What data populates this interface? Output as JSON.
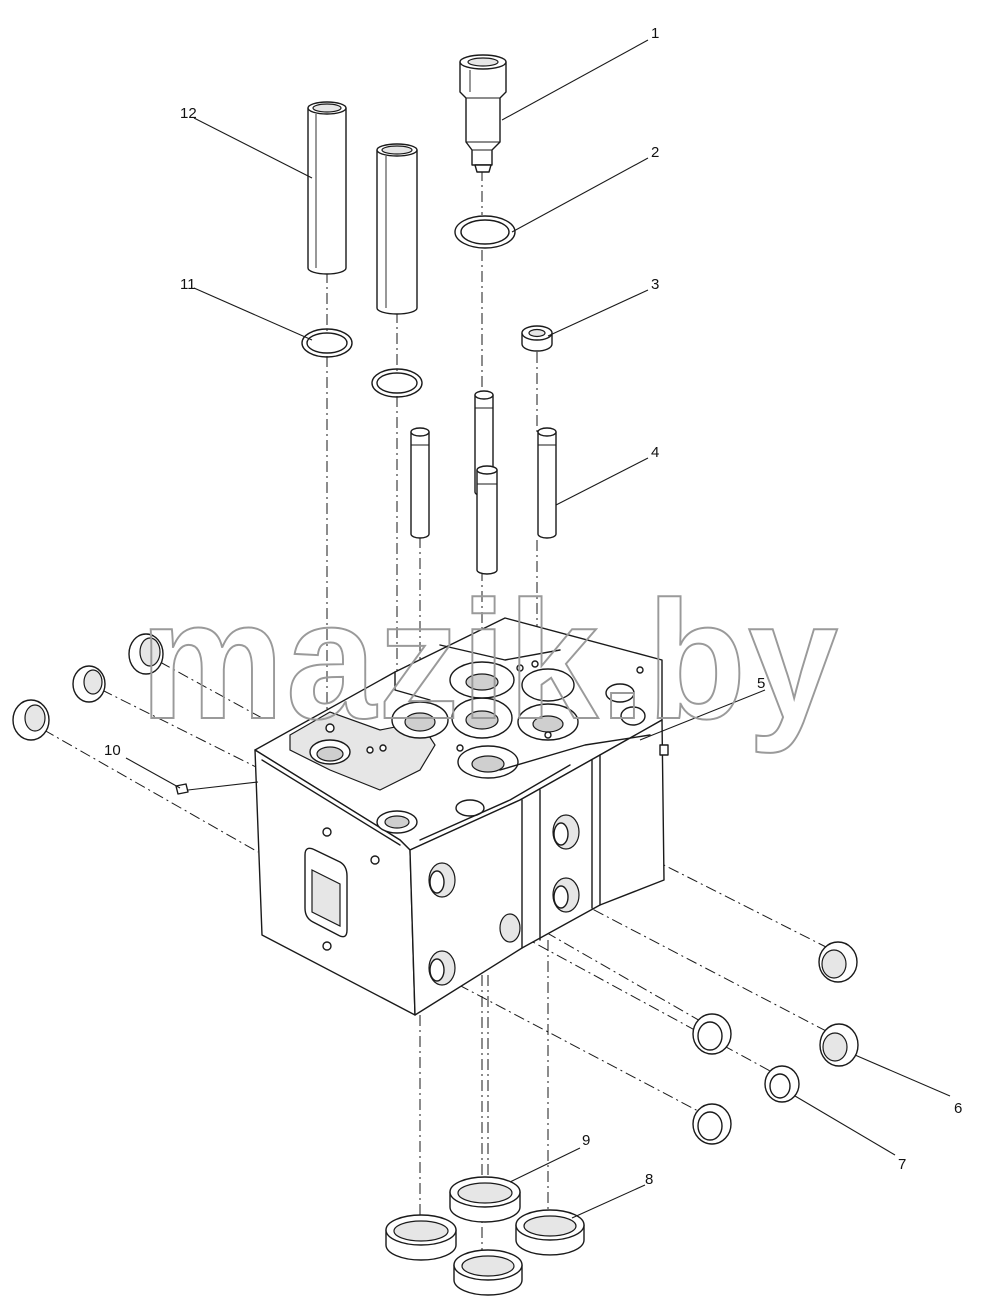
{
  "watermark": "mazik.by",
  "corner_mark": "",
  "callouts": [
    {
      "id": "1",
      "label": "1"
    },
    {
      "id": "2",
      "label": "2"
    },
    {
      "id": "3",
      "label": "3"
    },
    {
      "id": "4",
      "label": "4"
    },
    {
      "id": "5",
      "label": "5"
    },
    {
      "id": "6",
      "label": "6"
    },
    {
      "id": "7",
      "label": "7"
    },
    {
      "id": "8",
      "label": "8"
    },
    {
      "id": "9",
      "label": "9"
    },
    {
      "id": "10",
      "label": "10"
    },
    {
      "id": "11",
      "label": "11"
    },
    {
      "id": "12",
      "label": "12"
    }
  ]
}
